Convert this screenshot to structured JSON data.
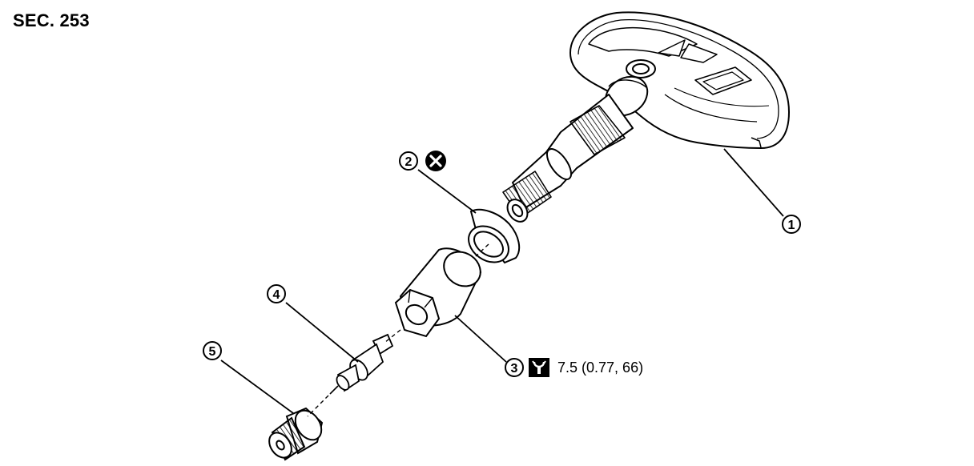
{
  "section_label": "SEC. 253",
  "callouts": [
    {
      "id": "part-1",
      "number": "1"
    },
    {
      "id": "part-2",
      "number": "2"
    },
    {
      "id": "part-3",
      "number": "3"
    },
    {
      "id": "part-4",
      "number": "4"
    },
    {
      "id": "part-5",
      "number": "5"
    }
  ],
  "torque_spec": "7.5 (0.77, 66)",
  "icons": {
    "do_not_reuse": "x-circle-icon",
    "torque": "torque-wrench-icon"
  }
}
